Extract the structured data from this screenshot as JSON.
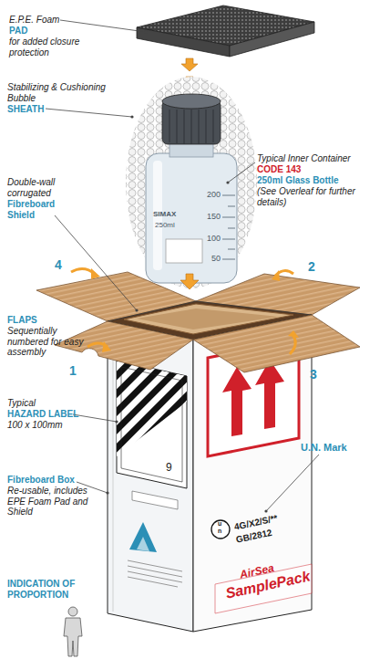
{
  "diagram": {
    "labels": [
      "E.P.E. Foam",
      "PAD",
      "for added closure protection",
      "Stabilizing & Cushioning",
      "Bubble",
      "SHEATH",
      "Typical Inner Container",
      "CODE 143",
      "250ml Glass Bottle",
      "(See Overleaf for further details)",
      "SIMAX",
      "250ml",
      "200",
      "150",
      "100",
      "50",
      "Double-wall corrugated",
      "Fibreboard Shield",
      "4",
      "2",
      "FLAPS",
      "Sequentially numbered for easy assembly",
      "1",
      "3",
      "Typical",
      "HAZARD LABEL",
      "100 x 100mm",
      "U.N. Mark",
      "9",
      "Fibreboard Box",
      "Re-usable, includes EPE Foam Pad and Shield",
      "u",
      "n",
      "4G/X2/S/**",
      "GB/2812",
      "AirSea",
      "SamplePack",
      "INDICATION OF PROPORTION"
    ]
  }
}
